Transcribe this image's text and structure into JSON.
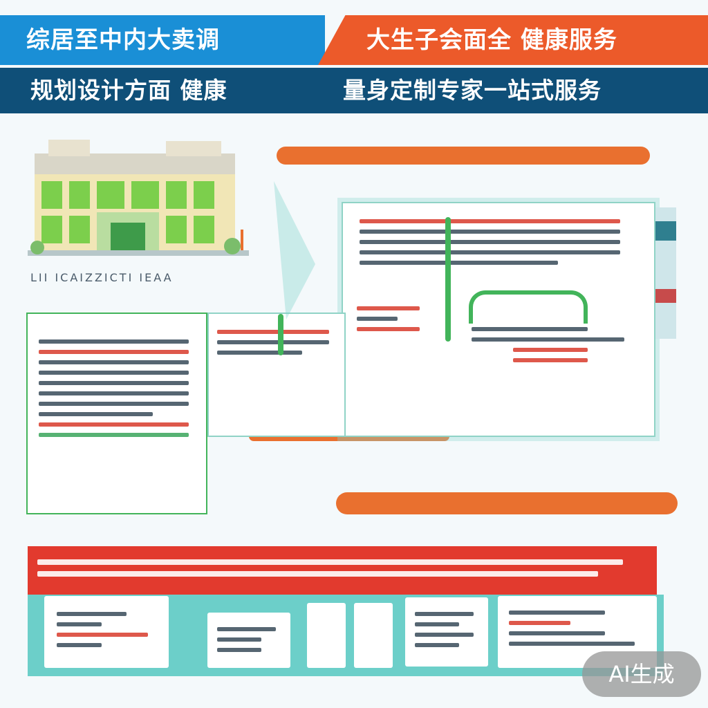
{
  "header": {
    "title_left": "综居至中内大卖调",
    "title_right": "大生子会面全 健康服务",
    "subtitle_left": "规划设计方面 健康",
    "subtitle_right": "量身定制专家一站式服务"
  },
  "illustration": {
    "caption": "LII ICAIZZICTI IEAA"
  },
  "watermark": {
    "label": "AI生成"
  },
  "colors": {
    "blue": "#1a8fd6",
    "orange": "#ec5a2a",
    "navy": "#0f4f78",
    "red": "#e23a2e",
    "teal": "#6ccfc9",
    "green": "#42b45a"
  }
}
